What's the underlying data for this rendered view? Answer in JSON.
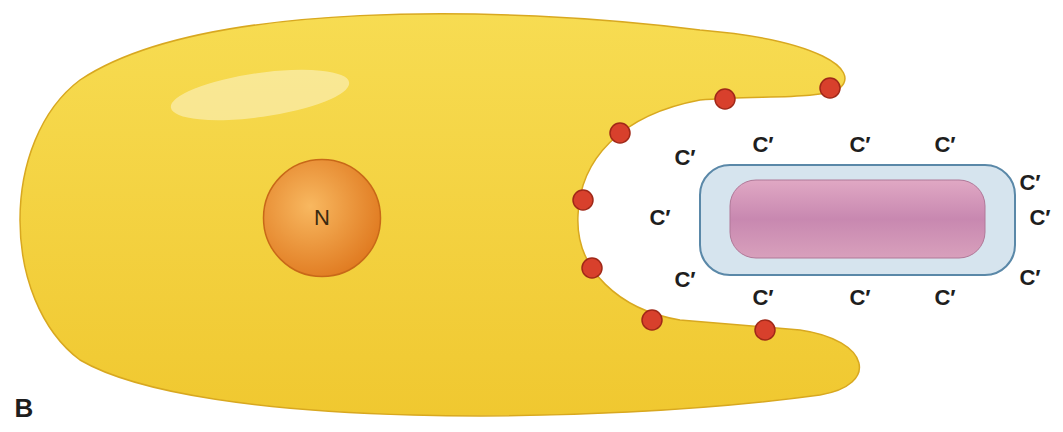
{
  "diagram": {
    "nodes": [
      {
        "text": [
          "N"
        ]
      }
    ],
    "labels": [
      "C′",
      "C′",
      "C′",
      "C′",
      "C′",
      "C′",
      "C′",
      "C′",
      "C′",
      "C′",
      "C′",
      "C′",
      "B"
    ]
  }
}
